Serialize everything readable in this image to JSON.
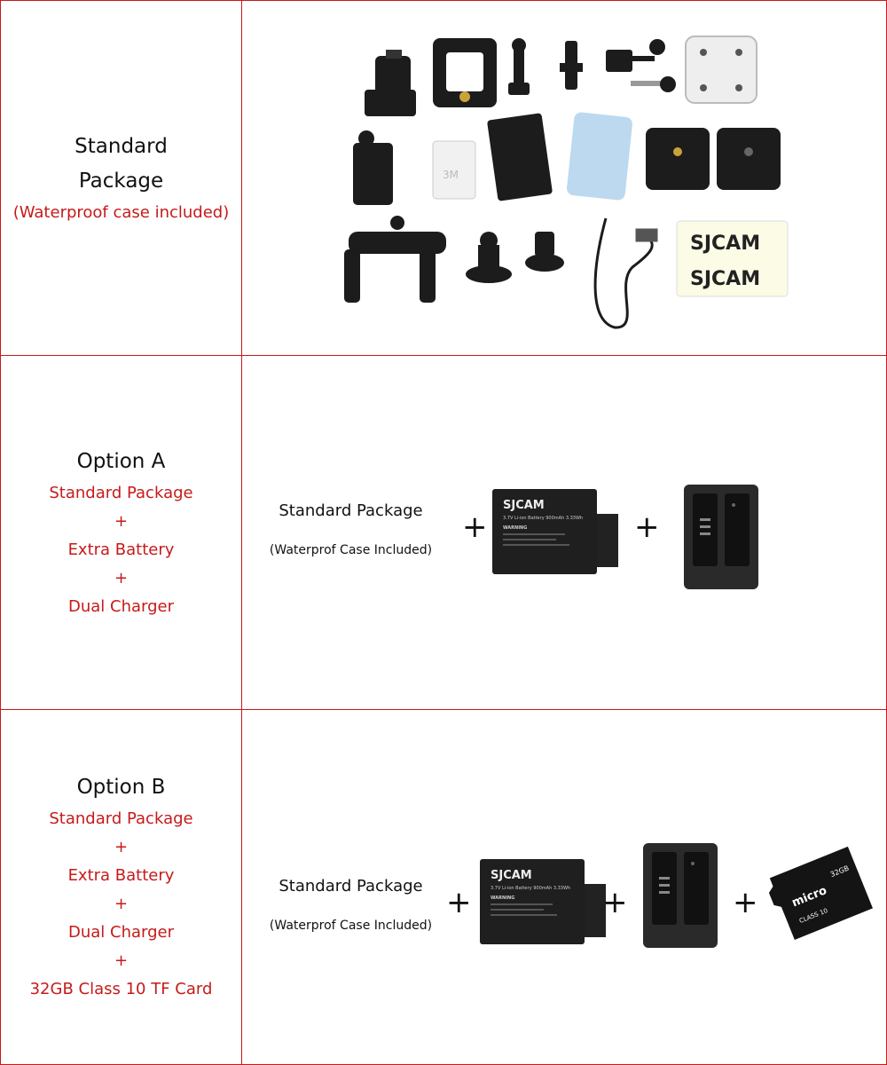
{
  "standard": {
    "title_line1": "Standard",
    "title_line2": "Package",
    "note": "(Waterproof case included)",
    "sticker_brand": "SJCAM"
  },
  "option_a": {
    "title": "Option A",
    "items": [
      "Standard Package",
      "+",
      "Extra Battery",
      "+",
      "Dual Charger"
    ],
    "std_label": "Standard Package",
    "std_note": "(Waterprof Case Included)",
    "plus": "+"
  },
  "option_b": {
    "title": "Option B",
    "items": [
      "Standard Package",
      "+",
      "Extra Battery",
      "+",
      "Dual Charger",
      "+",
      "32GB Class 10 TF Card"
    ],
    "std_label": "Standard Package",
    "std_note": "(Waterprof Case Included)",
    "plus": "+"
  },
  "battery": {
    "brand": "SJCAM",
    "spec": "3.7V Li-ion Battery 900mAh 3.33Wh",
    "warning": "WARNING"
  },
  "sdcard": {
    "brand": "micro",
    "capacity": "32GB",
    "class": "CLASS 10"
  },
  "colors": {
    "accent_red": "#c61a1a",
    "product_black": "#1c1c1c"
  }
}
